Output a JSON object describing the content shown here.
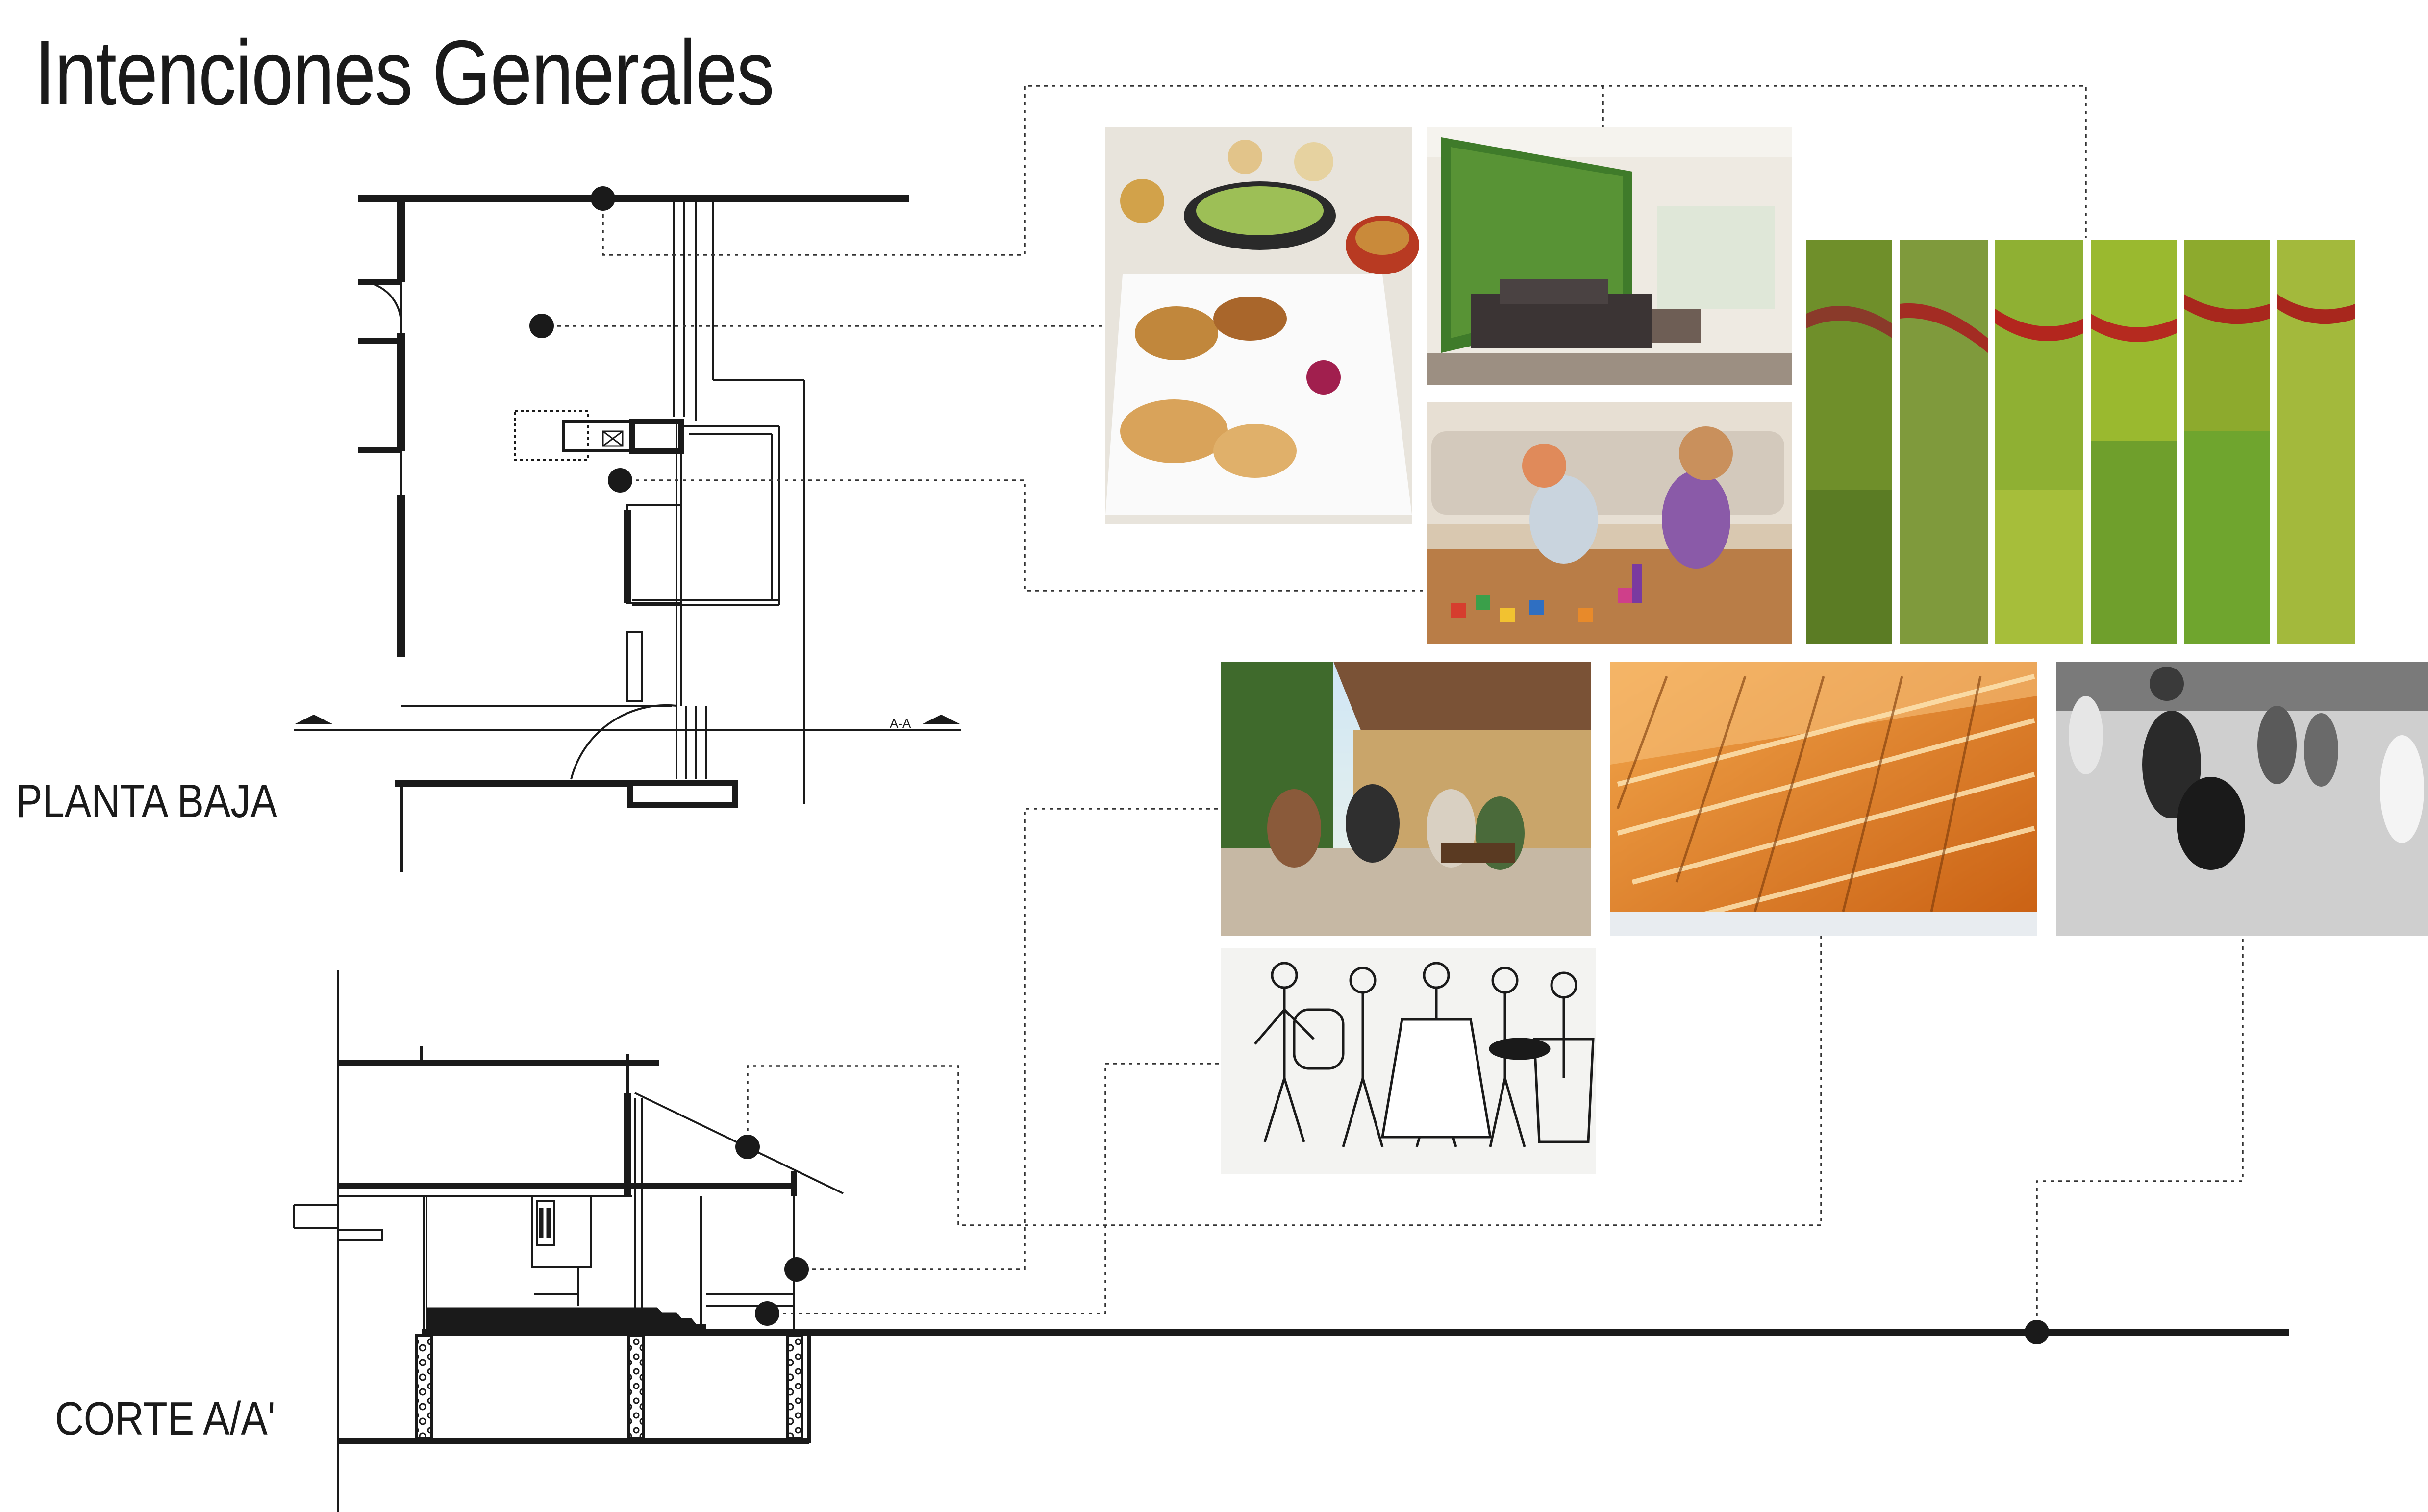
{
  "title": "Intenciones Generales",
  "labels": {
    "planta_baja": "PLANTA BAJA",
    "corte": "CORTE A/A'",
    "section_mark": "A-A"
  },
  "images": [
    {
      "name": "food-photo",
      "subject": "plated food with sauces and bread"
    },
    {
      "name": "green-wall-lounge-photo",
      "subject": "living wall behind sofa lounge"
    },
    {
      "name": "children-playing-photo",
      "subject": "children playing with blocks"
    },
    {
      "name": "vertical-garden-strips-photo",
      "subject": "vertical garden panels"
    },
    {
      "name": "terrace-people-photo",
      "subject": "people sitting on covered terrace"
    },
    {
      "name": "wood-roof-structure-photo",
      "subject": "timber roof truss structure"
    },
    {
      "name": "children-bw-photo",
      "subject": "black and white children playing"
    },
    {
      "name": "calaveras-engraving",
      "subject": "dancing skeletons engraving"
    }
  ],
  "colors": {
    "line": "#1a1a1a",
    "green": "#6f9a2a",
    "orange": "#d9761e",
    "wood": "#b9823f"
  }
}
